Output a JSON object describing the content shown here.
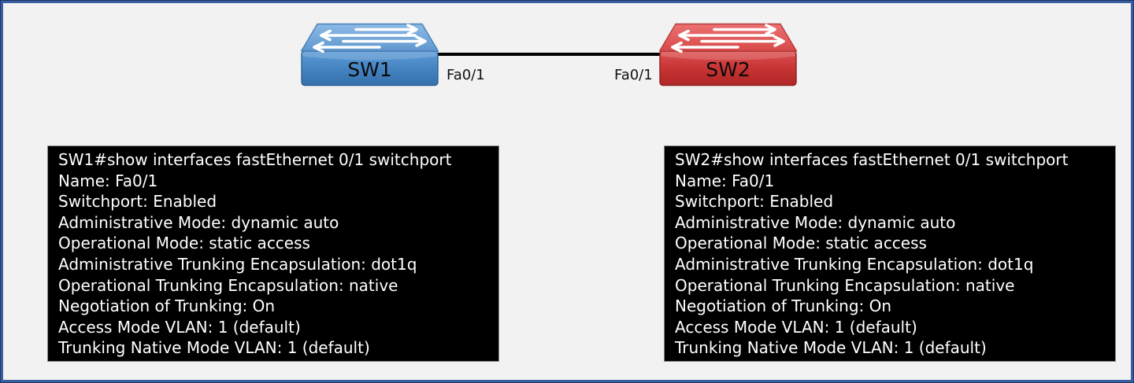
{
  "page": {
    "background_color": "#f1f2f1",
    "border_color": "#3a5fa0"
  },
  "topology": {
    "link_color": "#000000",
    "switches": [
      {
        "name": "SW1",
        "interface_label": "Fa0/1",
        "theme": "blue",
        "top_color": "#6aa2d8",
        "front_color": "#4585c2"
      },
      {
        "name": "SW2",
        "interface_label": "Fa0/1",
        "theme": "red",
        "top_color": "#e05a5a",
        "front_color": "#c73434"
      }
    ]
  },
  "terminals": [
    {
      "device": "SW1",
      "background": "#000000",
      "text_color": "#ffffff",
      "lines": [
        "SW1#show interfaces fastEthernet 0/1 switchport",
        "Name: Fa0/1",
        "Switchport: Enabled",
        "Administrative Mode: dynamic auto",
        "Operational Mode: static access",
        "Administrative Trunking Encapsulation: dot1q",
        "Operational Trunking Encapsulation: native",
        "Negotiation of Trunking: On",
        "Access Mode VLAN: 1 (default)",
        "Trunking Native Mode VLAN: 1 (default)"
      ]
    },
    {
      "device": "SW2",
      "background": "#000000",
      "text_color": "#ffffff",
      "lines": [
        "SW2#show interfaces fastEthernet 0/1 switchport",
        "Name: Fa0/1",
        "Switchport: Enabled",
        "Administrative Mode: dynamic auto",
        "Operational Mode: static access",
        "Administrative Trunking Encapsulation: dot1q",
        "Operational Trunking Encapsulation: native",
        "Negotiation of Trunking: On",
        "Access Mode VLAN: 1 (default)",
        "Trunking Native Mode VLAN: 1 (default)"
      ]
    }
  ]
}
